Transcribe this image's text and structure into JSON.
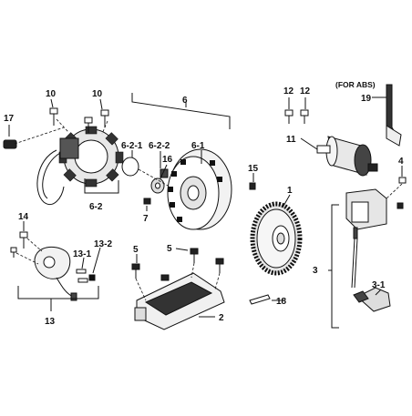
{
  "note": "(FOR ABS)",
  "labels": {
    "l1": "1",
    "l2": "2",
    "l3": "3",
    "l3_1": "3-1",
    "l4": "4",
    "l5a": "5",
    "l5b": "5",
    "l6": "6",
    "l6_1": "6-1",
    "l6_2": "6-2",
    "l6_2_1": "6-2-1",
    "l6_2_2": "6-2-2",
    "l7": "7",
    "l10a": "10",
    "l10b": "10",
    "l11": "11",
    "l12a": "12",
    "l12b": "12",
    "l13": "13",
    "l13_1": "13-1",
    "l13_2": "13-2",
    "l14": "14",
    "l15": "15",
    "l16": "16",
    "l17": "17",
    "l18": "18",
    "l19": "19"
  }
}
